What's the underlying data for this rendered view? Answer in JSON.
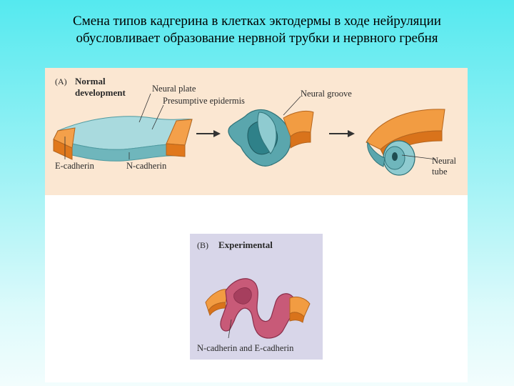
{
  "slide": {
    "title_line1": "Смена типов кадгерина  в клетках эктодермы в ходе нейруляции",
    "title_line2": "обусловливает образование нервной трубки и нервного гребня"
  },
  "panel_a": {
    "tag": "(A)",
    "heading_line1": "Normal",
    "heading_line2": "development",
    "labels": {
      "neural_plate": "Neural plate",
      "presumptive_epidermis": "Presumptive epidermis",
      "neural_groove": "Neural groove",
      "e_cadherin": "E-cadherin",
      "n_cadherin": "N-cadherin",
      "neural_tube_line1": "Neural",
      "neural_tube_line2": "tube"
    }
  },
  "panel_b": {
    "tag": "(B)",
    "heading": "Experimental",
    "label": "N-cadherin and E-cadherin"
  },
  "colors": {
    "background_top": "#55e9ef",
    "panel_a_bg": "#fbe7d2",
    "panel_b_bg": "#d8d6e9",
    "neural_tissue": "#7fc3c9",
    "epidermis": "#ee8a28",
    "experimental_tissue": "#c85a78"
  }
}
